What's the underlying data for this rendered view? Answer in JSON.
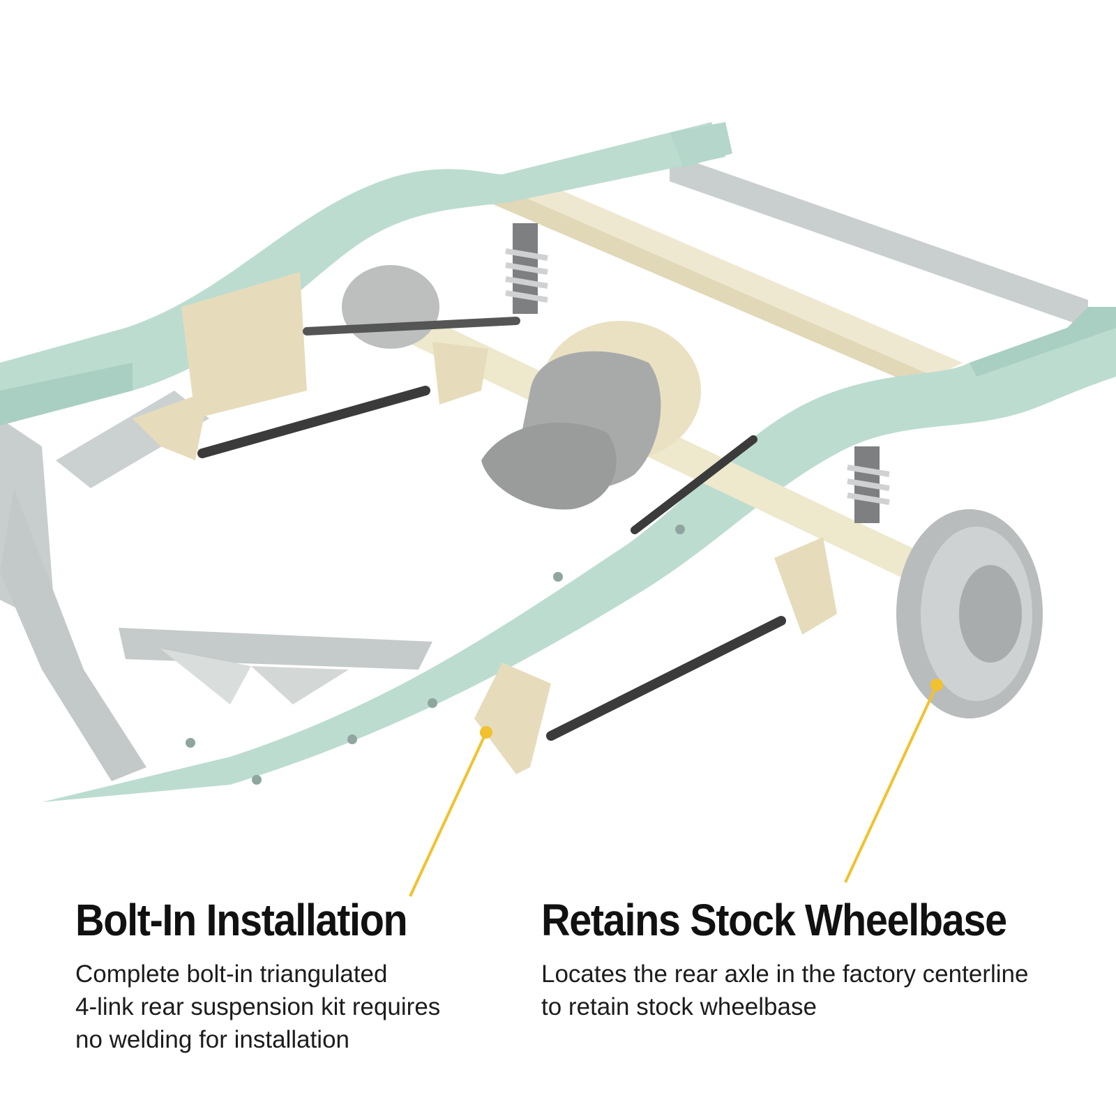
{
  "features": [
    {
      "title": "Bolt-In Installation",
      "description_lines": [
        "Complete bolt-in triangulated",
        "4-link rear suspension kit requires",
        "no welding for installation"
      ]
    },
    {
      "title": "Retains Stock Wheelbase",
      "description_lines": [
        "Locates the rear axle in the factory centerline",
        "to retain stock wheelbase"
      ]
    }
  ],
  "colors": {
    "frame_rail": "#bcdcd0",
    "frame_rail_shade": "#a9cfc2",
    "crossmember": "#f0ead4",
    "bracket": "#e6dcbc",
    "gray_frame": "#c8cecd",
    "link_bar": "#3b3b3b",
    "callout_line": "#f2c12e",
    "text": "#111111"
  },
  "icons": [
    "frame-illustration",
    "callout-dot",
    "brake-rotor-icon",
    "coilover-icon"
  ]
}
